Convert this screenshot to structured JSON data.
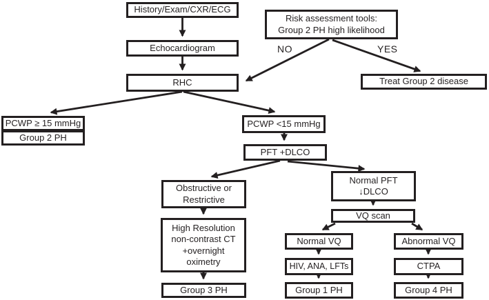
{
  "figure": {
    "background": "#ffffff",
    "line_color": "#231f20"
  },
  "nodes": {
    "history": {
      "label": "History/Exam/CXR/ECG"
    },
    "echocardiogram": {
      "label": "Echocardiogram"
    },
    "rhc": {
      "label": "RHC"
    },
    "risk_assessment": {
      "label": "Risk assessment tools:\nGroup 2 PH high likelihood"
    },
    "treat_group2": {
      "label": "Treat Group 2 disease"
    },
    "pcwp_ge15": {
      "label": "PCWP ≥ 15 mmHg"
    },
    "group2_ph": {
      "label": "Group 2 PH"
    },
    "pcwp_lt15": {
      "label": "PCWP <15 mmHg"
    },
    "pft_dlco": {
      "label": "PFT +DLCO"
    },
    "obstructive_restrictive": {
      "label": "Obstructive or\nRestrictive"
    },
    "high_res_ct": {
      "label": "High Resolution\nnon-contrast CT\n+overnight\noximetry"
    },
    "group3_ph": {
      "label": "Group 3 PH"
    },
    "normal_pft_low_dlco": {
      "label": "Normal PFT\n↓DLCO"
    },
    "vq_scan": {
      "label": "VQ scan"
    },
    "normal_vq": {
      "label": "Normal VQ"
    },
    "hiv_ana_lfts": {
      "label": "HIV, ANA, LFTs"
    },
    "group1_ph": {
      "label": "Group 1 PH"
    },
    "abnormal_vq": {
      "label": "Abnormal VQ"
    },
    "ctpa": {
      "label": "CTPA"
    },
    "group4_ph": {
      "label": "Group 4 PH"
    }
  },
  "edge_labels": {
    "no": "NO",
    "yes": "YES"
  }
}
